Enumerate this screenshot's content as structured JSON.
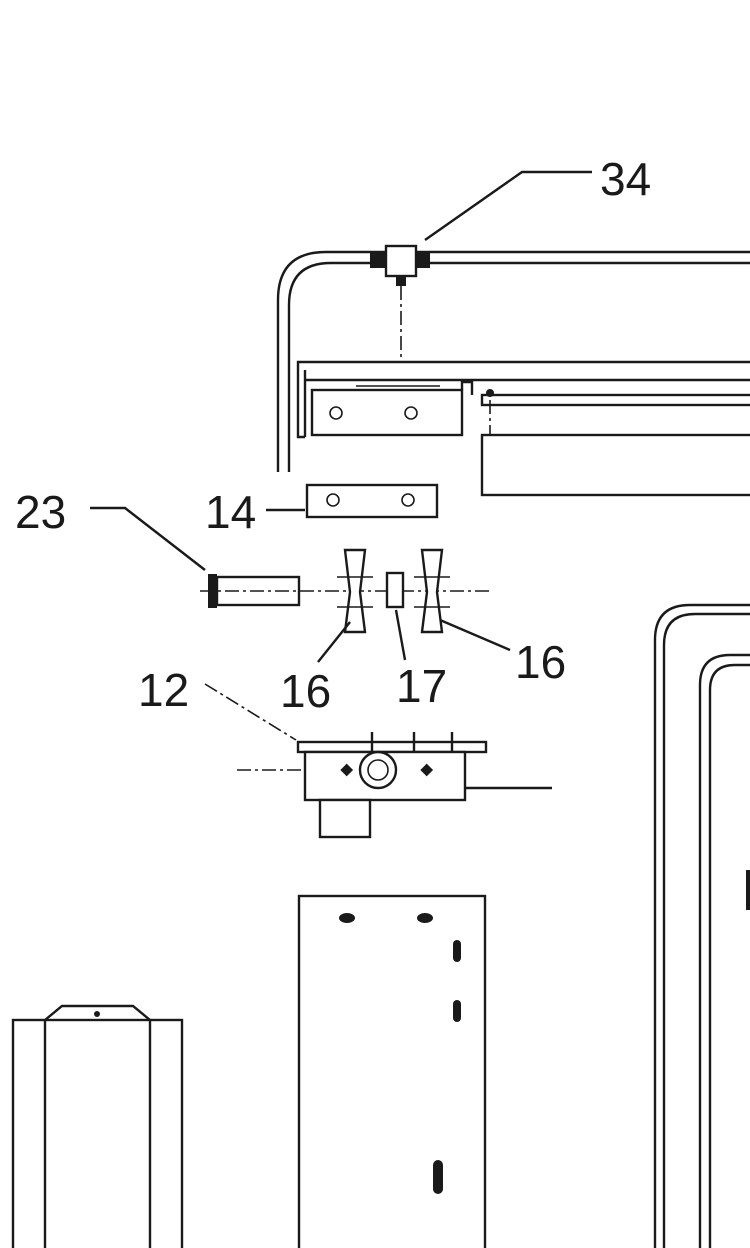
{
  "diagram": {
    "title": "Exploded parts diagram",
    "callouts": {
      "c34": "34",
      "c23": "23",
      "c14": "14",
      "c16a": "16",
      "c17": "17",
      "c16b": "16",
      "c12": "12"
    },
    "line_color": "#1a1a1a",
    "background": "#ffffff"
  }
}
